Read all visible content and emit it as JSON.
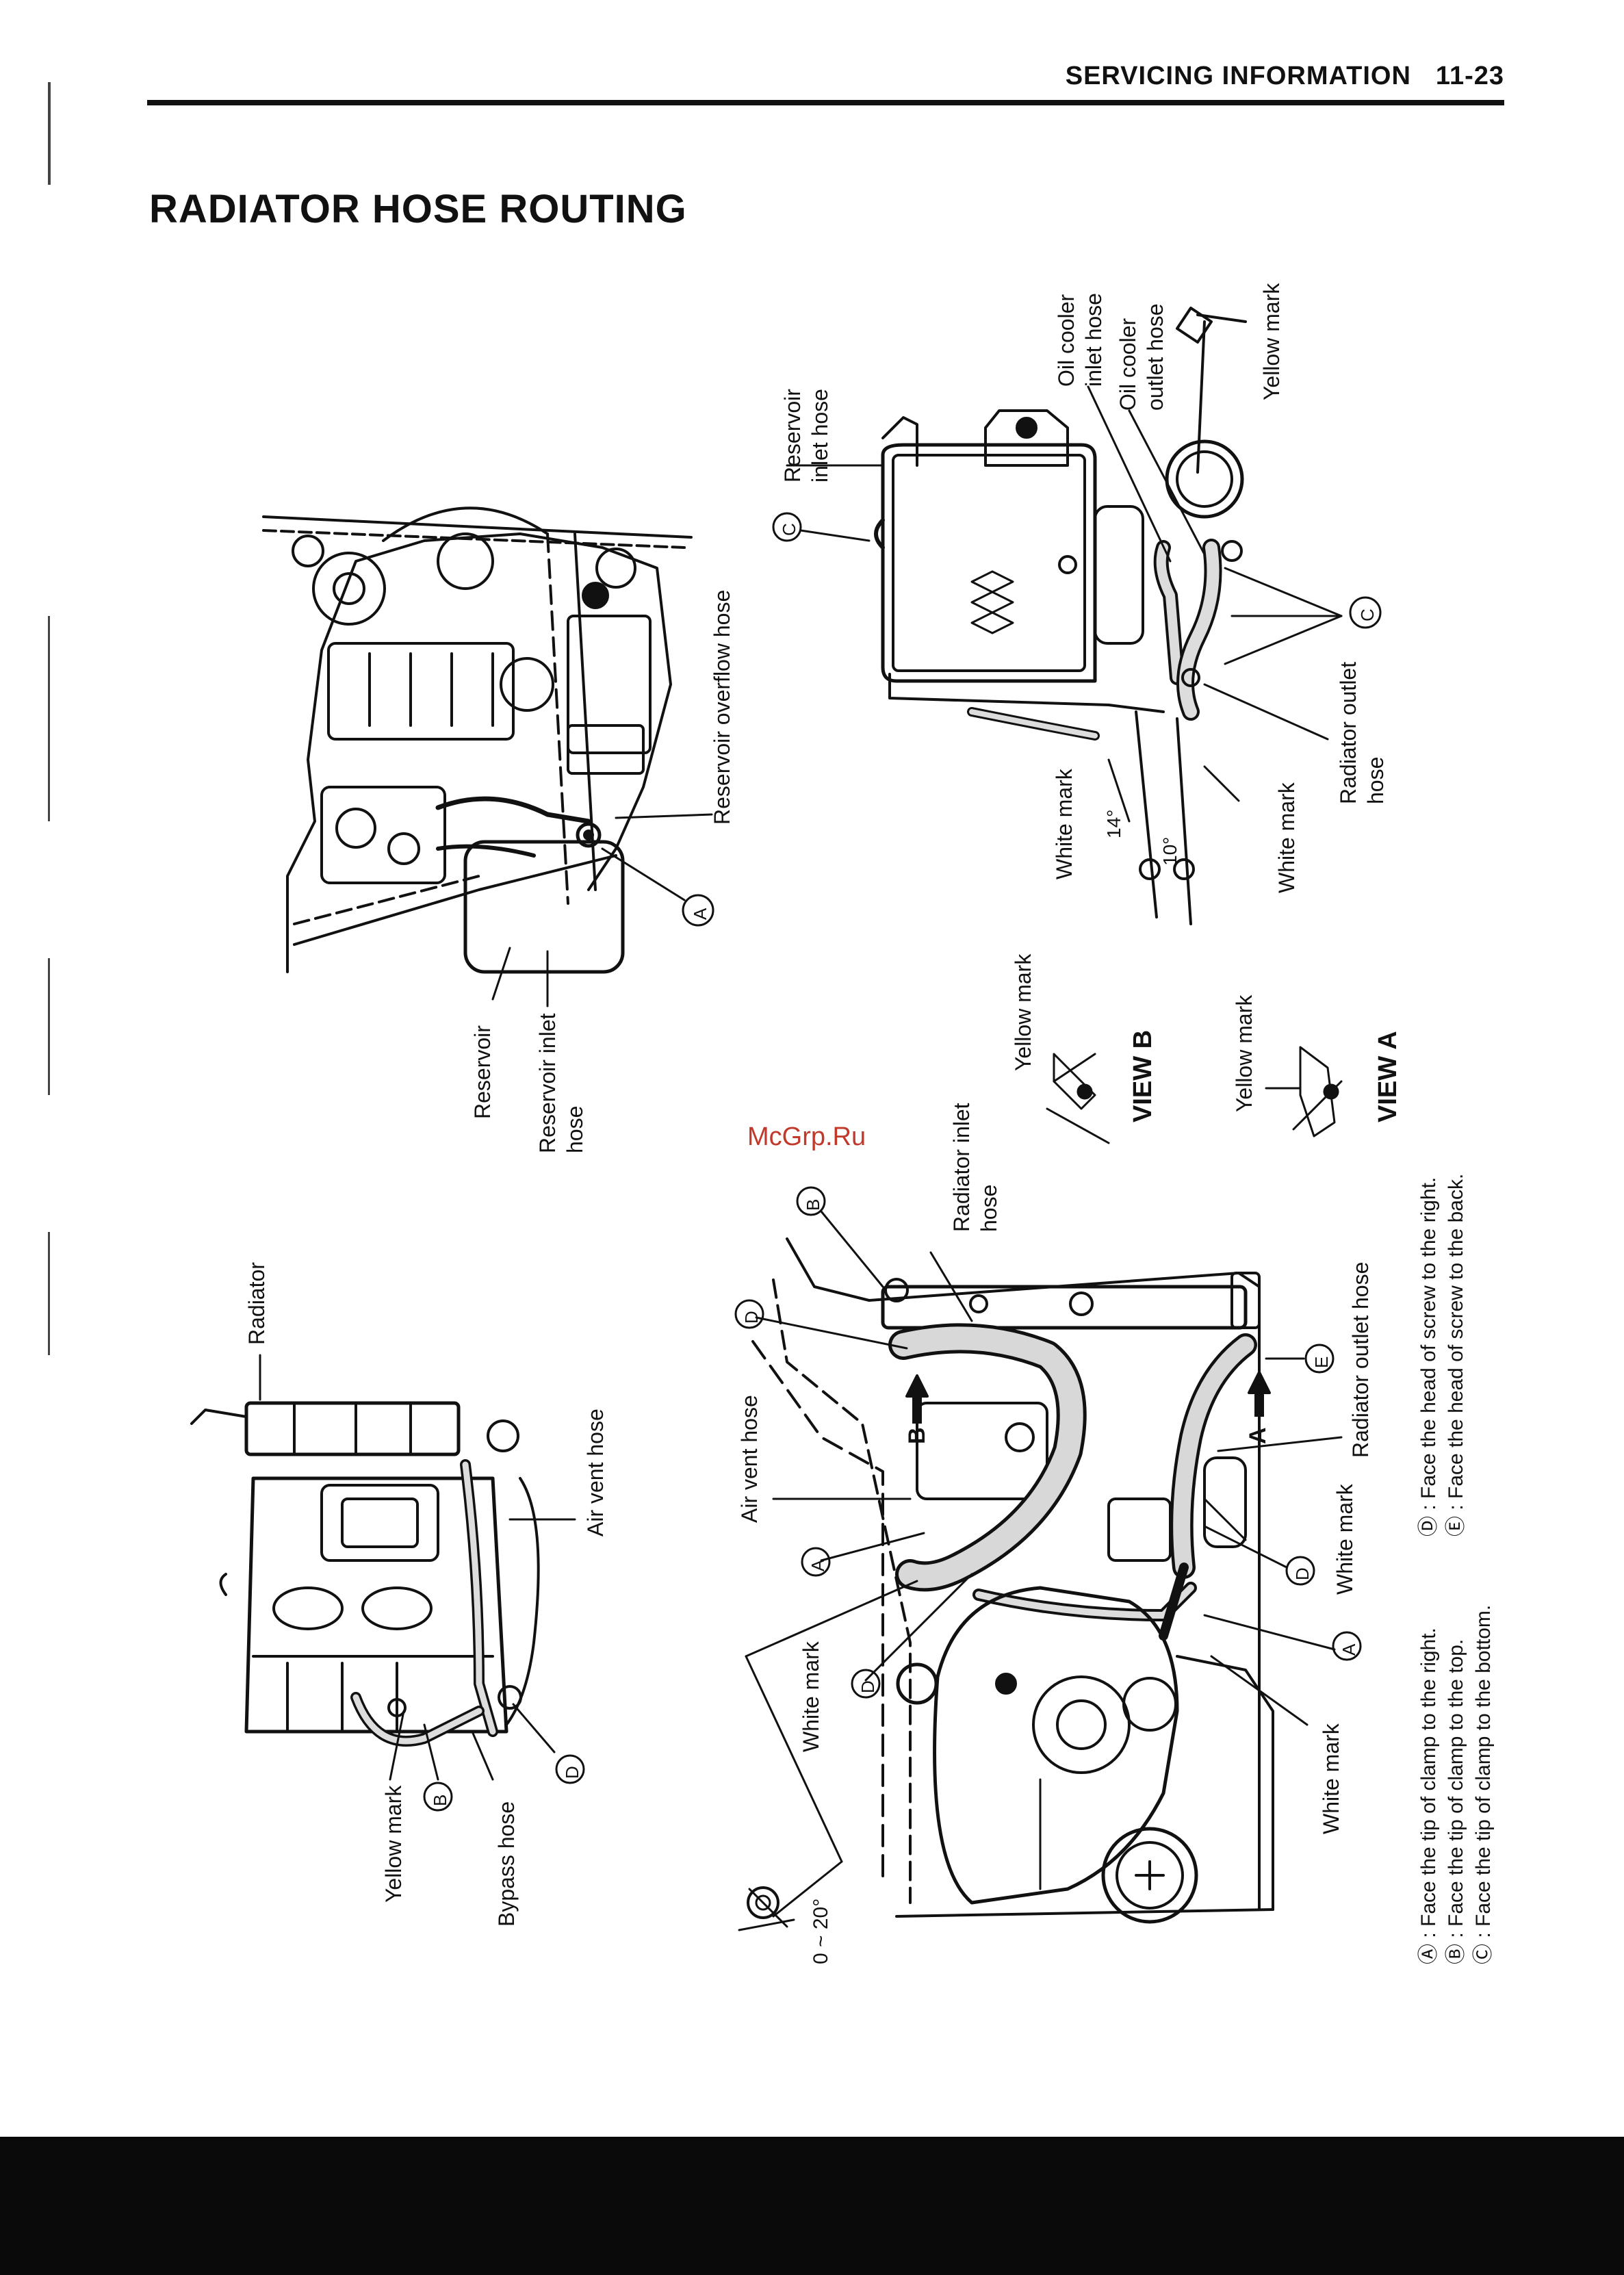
{
  "header": {
    "section": "SERVICING INFORMATION",
    "page": "11-23"
  },
  "title": "RADIATOR HOSE ROUTING",
  "watermark": "McGrp.Ru",
  "labels": {
    "radiator": "Radiator",
    "air_vent_hose_left": "Air vent hose",
    "yellow_mark_left": "Yellow mark",
    "bypass_hose": "Bypass hose",
    "reservoir": "Reservoir",
    "reservoir_inlet_hose_a": "Reservoir inlet",
    "reservoir_inlet_hose_b": "hose",
    "reservoir_overflow_hose": "Reservoir overflow hose",
    "reservoir_inlet_hose_top_a": "Reservoir",
    "reservoir_inlet_hose_top_b": "inlet hose",
    "oil_cooler_inlet_a": "Oil cooler",
    "oil_cooler_inlet_b": "inlet hose",
    "oil_cooler_outlet_a": "Oil cooler",
    "oil_cooler_outlet_b": "outlet hose",
    "yellow_mark_top": "Yellow mark",
    "radiator_outlet_top_a": "Radiator outlet",
    "radiator_outlet_top_b": "hose",
    "white_mark_1": "White mark",
    "white_mark_2": "White mark",
    "angle_14": "14°",
    "angle_10": "10°",
    "yellow_mark_view_b": "Yellow mark",
    "view_b": "VIEW B",
    "yellow_mark_view_a": "Yellow mark",
    "view_a": "VIEW A",
    "radiator_inlet_hose_a": "Radiator inlet",
    "radiator_inlet_hose_b": "hose",
    "air_vent_hose_mid": "Air vent hose",
    "radiator_outlet_hose": "Radiator outlet hose",
    "white_mark_3": "White mark",
    "white_mark_4": "White mark",
    "white_mark_5": "White mark",
    "arrow_a": "A",
    "arrow_b": "B",
    "angle_0_20": "0 ~ 20°"
  },
  "callouts": [
    "A",
    "B",
    "C",
    "D",
    "E"
  ],
  "notes": [
    "Ⓐ : Face the tip of clamp to the right.",
    "Ⓑ : Face the tip of clamp to the top.",
    "Ⓒ : Face the tip of clamp to the bottom.",
    "Ⓓ : Face the head of screw to the right.",
    "Ⓔ : Face the head of screw to the back."
  ]
}
